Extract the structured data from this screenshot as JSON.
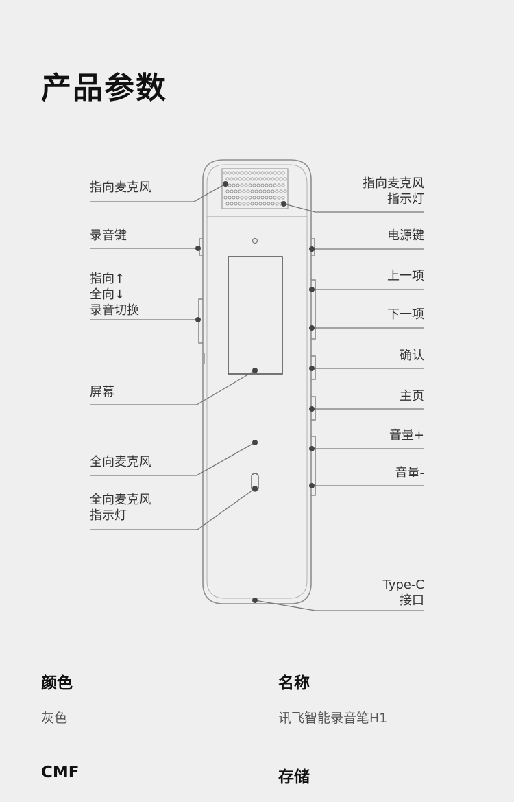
{
  "page_title": "产品参数",
  "callouts_left": [
    {
      "id": "mic-dir",
      "text": "指向麦克风"
    },
    {
      "id": "rec-key",
      "text": "录音键"
    },
    {
      "id": "switch",
      "text": "指向↑\n全向↓\n录音切换"
    },
    {
      "id": "screen",
      "text": "屏幕"
    },
    {
      "id": "omni-mic",
      "text": "全向麦克风"
    },
    {
      "id": "omni-led",
      "text": "全向麦克风\n指示灯"
    }
  ],
  "callouts_right": [
    {
      "id": "dir-led",
      "text": "指向麦克风\n指示灯"
    },
    {
      "id": "power",
      "text": "电源键"
    },
    {
      "id": "up",
      "text": "上一项"
    },
    {
      "id": "down",
      "text": "下一项"
    },
    {
      "id": "ok",
      "text": "确认"
    },
    {
      "id": "home",
      "text": "主页"
    },
    {
      "id": "vol-up",
      "text": "音量+"
    },
    {
      "id": "vol-down",
      "text": "音量-"
    },
    {
      "id": "typec",
      "text": "Type-C\n接口"
    }
  ],
  "specs": [
    {
      "key": "颜色",
      "value": "灰色"
    },
    {
      "key": "名称",
      "value": "讯飞智能录音笔H1"
    },
    {
      "key": "CMF",
      "value": ""
    },
    {
      "key": "存储",
      "value": ""
    }
  ]
}
